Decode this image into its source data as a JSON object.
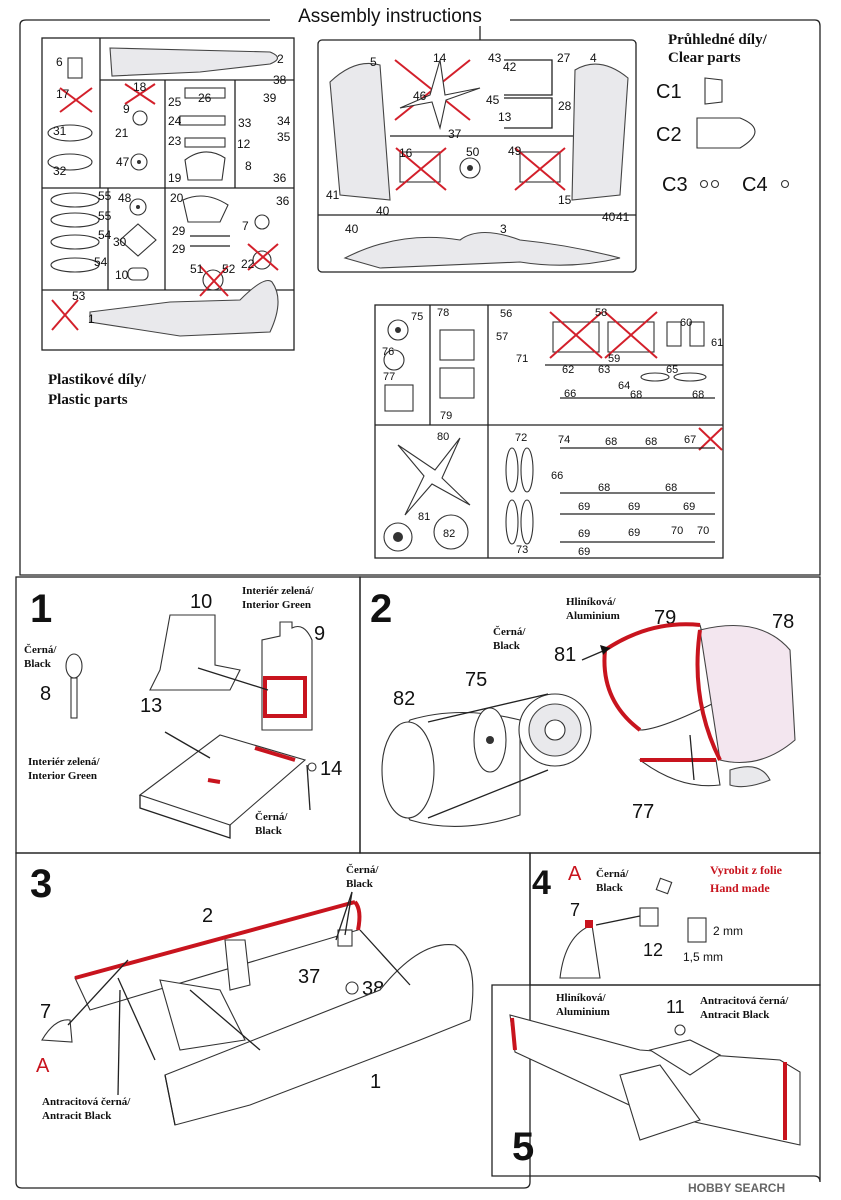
{
  "header": {
    "title": "Assembly instructions"
  },
  "sprue_labels": {
    "plastic": {
      "line1": "Plastikové díly/",
      "line2": "Plastic parts"
    },
    "clear": {
      "line1": "Průhledné díly/",
      "line2": "Clear parts"
    },
    "clear_parts": [
      "C1",
      "C2",
      "C3",
      "C4"
    ]
  },
  "sprue_a_numbers": [
    "6",
    "2",
    "38",
    "17",
    "18",
    "9",
    "25",
    "26",
    "39",
    "33",
    "34",
    "35",
    "31",
    "21",
    "24",
    "23",
    "12",
    "36",
    "47",
    "19",
    "8",
    "32",
    "55",
    "48",
    "20",
    "36",
    "55",
    "7",
    "54",
    "30",
    "29",
    "29",
    "54",
    "10",
    "51",
    "52",
    "22",
    "53",
    "1"
  ],
  "sprue_b_numbers": [
    "5",
    "14",
    "43",
    "42",
    "27",
    "4",
    "46",
    "45",
    "13",
    "28",
    "37",
    "16",
    "50",
    "49",
    "41",
    "15",
    "40",
    "40",
    "41",
    "40",
    "3"
  ],
  "sprue_c_numbers": [
    "75",
    "78",
    "56",
    "58",
    "60",
    "76",
    "57",
    "61",
    "77",
    "71",
    "59",
    "62",
    "63",
    "64",
    "65",
    "66",
    "68",
    "68",
    "79",
    "80",
    "72",
    "74",
    "68",
    "68",
    "67",
    "66",
    "68",
    "68",
    "69",
    "69",
    "69",
    "81",
    "82",
    "69",
    "70",
    "70",
    "73",
    "69",
    "69"
  ],
  "steps": [
    {
      "number": "1"
    },
    {
      "number": "2"
    },
    {
      "number": "3"
    },
    {
      "number": "4"
    },
    {
      "number": "5"
    }
  ],
  "step1": {
    "parts": [
      "10",
      "9",
      "8",
      "13",
      "14"
    ],
    "labels": {
      "interior_green_top1": "Interiér zelená/",
      "interior_green_top2": "Interior Green",
      "black_left1": "Černá/",
      "black_left2": "Black",
      "interior_green_mid1": "Interiér zelená/",
      "interior_green_mid2": "Interior Green",
      "black_bottom1": "Černá/",
      "black_bottom2": "Black"
    }
  },
  "step2": {
    "parts": [
      "79",
      "78",
      "81",
      "75",
      "82",
      "77"
    ],
    "labels": {
      "aluminium1": "Hliníková/",
      "aluminium2": "Aluminium",
      "black1": "Černá/",
      "black2": "Black"
    }
  },
  "step3": {
    "parts": [
      "2",
      "37",
      "38",
      "7",
      "1"
    ],
    "marker": "A",
    "labels": {
      "black1": "Černá/",
      "black2": "Black",
      "antracit1": "Antracitová černá/",
      "antracit2": "Antracit Black"
    }
  },
  "step4": {
    "marker": "A",
    "parts": [
      "7",
      "12"
    ],
    "labels": {
      "black1": "Černá/",
      "black2": "Black",
      "handmade1": "Vyrobit z folie",
      "handmade2": "Hand made",
      "dim_h": "2 mm",
      "dim_w": "1,5 mm"
    }
  },
  "step5": {
    "parts": [
      "11"
    ],
    "labels": {
      "aluminium1": "Hliníková/",
      "aluminium2": "Aluminium",
      "antracit1": "Antracitová černá/",
      "antracit2": "Antracit Black"
    }
  },
  "watermark": "HOBBY SEARCH"
}
